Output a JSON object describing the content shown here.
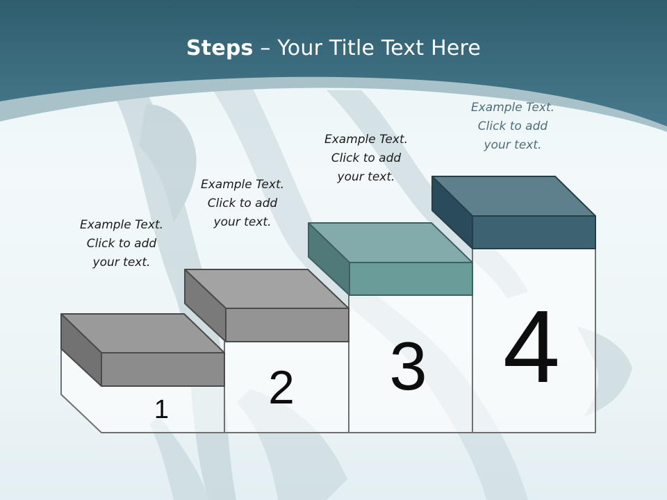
{
  "slide": {
    "title_bold": "Steps",
    "title_rest": " – Your Title Text Here"
  },
  "steps": [
    {
      "number": "1",
      "caption": [
        "Example Text.",
        "Click  to add",
        "your text."
      ],
      "top_color": "#9a9a9a",
      "front_color": "#8c8c8c",
      "side_color": "#727272"
    },
    {
      "number": "2",
      "caption": [
        "Example Text.",
        "Click  to add",
        "your text."
      ],
      "top_color": "#a3a3a3",
      "front_color": "#949494",
      "side_color": "#7a7a7a"
    },
    {
      "number": "3",
      "caption": [
        "Example Text.",
        "Click  to add",
        "your text."
      ],
      "top_color": "#83abab",
      "front_color": "#6a9c9a",
      "side_color": "#4f7a79"
    },
    {
      "number": "4",
      "caption": [
        "Example Text.",
        "Click  to add",
        "your text."
      ],
      "top_color": "#5e7f8c",
      "front_color": "#3d6373",
      "side_color": "#2a4b59"
    }
  ],
  "colors": {
    "header": "#3c6b7c",
    "header_band": "#a9c2ca",
    "outline": "#6f6f6f"
  }
}
